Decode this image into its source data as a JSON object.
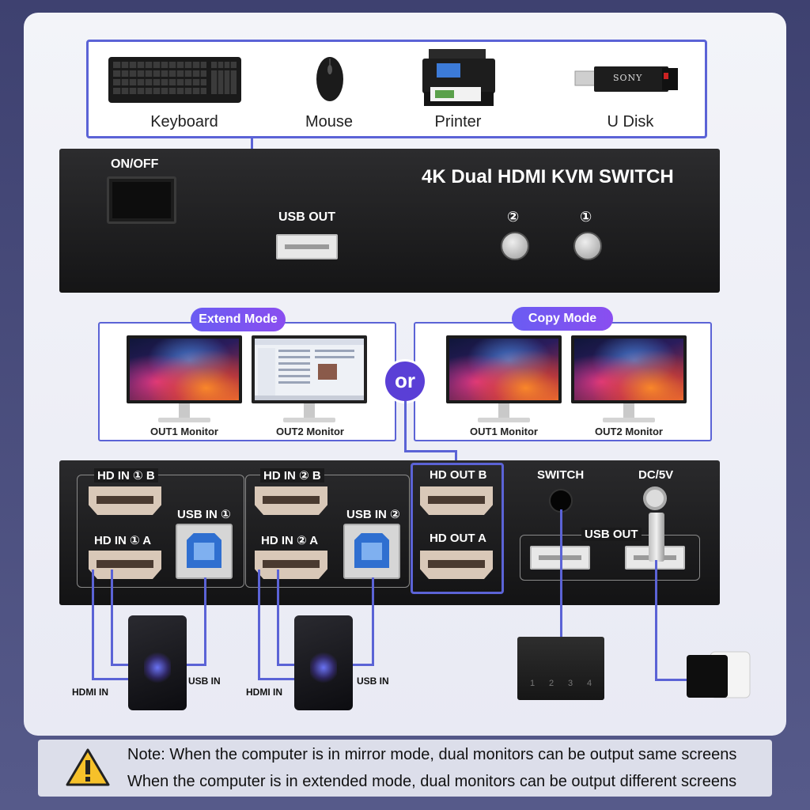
{
  "peripherals": {
    "keyboard": "Keyboard",
    "mouse": "Mouse",
    "printer": "Printer",
    "udisk": "U Disk",
    "udisk_brand": "SONY"
  },
  "front_panel": {
    "power_label": "ON/OFF",
    "title": "4K Dual HDMI KVM SWITCH",
    "usb_out": "USB OUT",
    "button_2": "②",
    "button_1": "①"
  },
  "modes": {
    "extend_label": "Extend Mode",
    "copy_label": "Copy Mode",
    "or_label": "or",
    "out1_monitor": "OUT1 Monitor",
    "out2_monitor": "OUT2 Monitor"
  },
  "back_panel": {
    "hd_in_1_b": "HD IN ① B",
    "hd_in_1_a": "HD IN ① A",
    "usb_in_1": "USB IN ①",
    "hd_in_2_b": "HD IN ② B",
    "hd_in_2_a": "HD IN ② A",
    "usb_in_2": "USB IN ②",
    "hd_out_b": "HD OUT B",
    "hd_out_a": "HD OUT A",
    "switch": "SWITCH",
    "dc": "DC/5V",
    "usb_out": "USB OUT"
  },
  "computers": {
    "hdmi_in": "HDMI IN",
    "usb_in": "USB IN"
  },
  "switch_box": {
    "numbers": [
      "1",
      "2",
      "3",
      "4"
    ]
  },
  "note": {
    "line1": "Note: When the computer is in mirror mode, dual monitors can be output same screens",
    "line2": "When the computer is in extended mode, dual monitors can be output different screens"
  },
  "colors": {
    "accent": "#5b63d6",
    "pill": "#7a55f0"
  }
}
